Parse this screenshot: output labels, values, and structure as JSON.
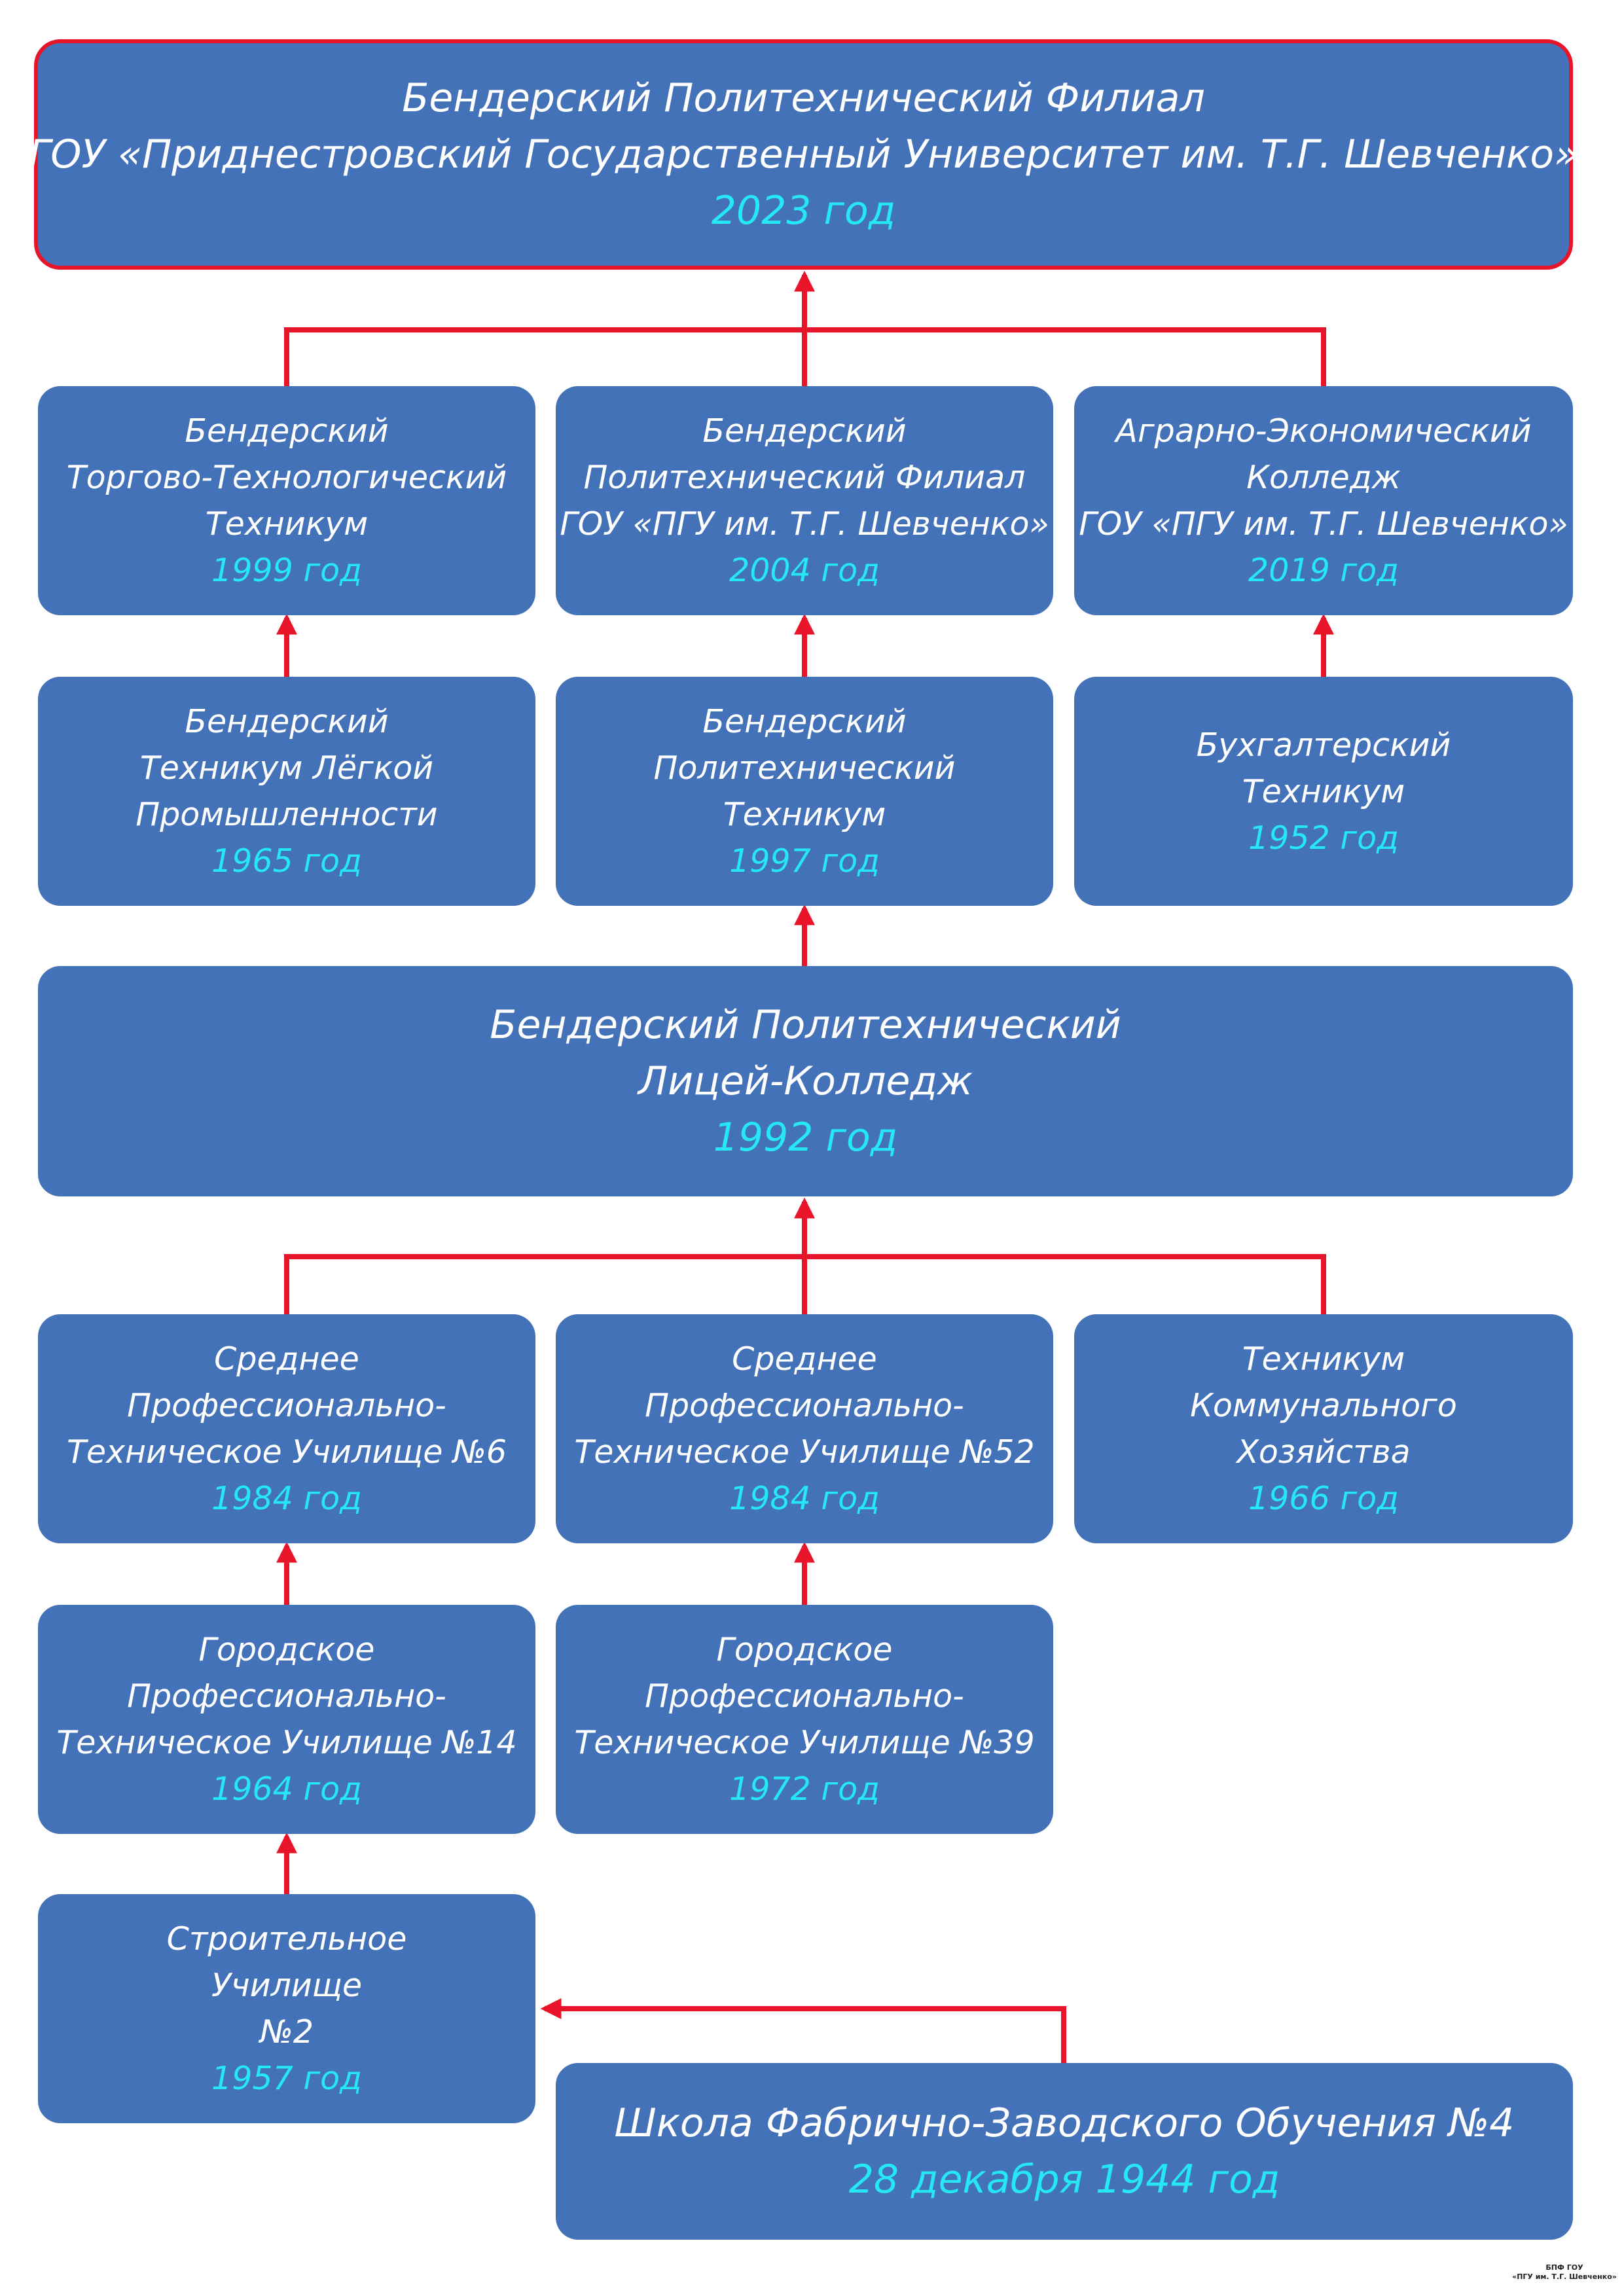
{
  "top": {
    "line1": "Бендерский Политехнический Филиал",
    "line2": "ГОУ «Приднестровский Государственный Университет им. Т.Г. Шевченко»",
    "year": "2023 год"
  },
  "row1": [
    {
      "lines": [
        "Бендерский",
        "Торгово-Технологический",
        "Техникум"
      ],
      "year": "1999 год"
    },
    {
      "lines": [
        "Бендерский",
        "Политехнический Филиал",
        "ГОУ «ПГУ им. Т.Г. Шевченко»"
      ],
      "year": "2004 год"
    },
    {
      "lines": [
        "Аграрно-Экономический",
        "Колледж",
        "ГОУ «ПГУ им. Т.Г. Шевченко»"
      ],
      "year": "2019 год"
    }
  ],
  "row2": [
    {
      "lines": [
        "Бендерский",
        "Техникум Лёгкой",
        "Промышленности"
      ],
      "year": "1965 год"
    },
    {
      "lines": [
        "Бендерский",
        "Политехнический",
        "Техникум"
      ],
      "year": "1997 год"
    },
    {
      "lines": [
        "Бухгалтерский",
        "Техникум"
      ],
      "year": "1952 год"
    }
  ],
  "lyceum": {
    "line1": "Бендерский Политехнический",
    "line2": "Лицей-Колледж",
    "year": "1992 год"
  },
  "row3": [
    {
      "lines": [
        "Среднее",
        "Профессионально-",
        "Техническое Училище №6"
      ],
      "year": "1984 год"
    },
    {
      "lines": [
        "Среднее",
        "Профессионально-",
        "Техническое Училище №52"
      ],
      "year": "1984 год"
    },
    {
      "lines": [
        "Техникум",
        "Коммунального",
        "Хозяйства"
      ],
      "year": "1966 год"
    }
  ],
  "row4": [
    {
      "lines": [
        "Городское",
        "Профессионально-",
        "Техническое Училище №14"
      ],
      "year": "1964 год"
    },
    {
      "lines": [
        "Городское",
        "Профессионально-",
        "Техническое Училище №39"
      ],
      "year": "1972 год"
    }
  ],
  "building_school": {
    "lines": [
      "Строительное",
      "Училище",
      "№2"
    ],
    "year": "1957 год"
  },
  "fzo_school": {
    "line1": "Школа Фабрично-Заводского Обучения №4",
    "year": "28 декабря 1944 год"
  },
  "stamp": {
    "line1": "БПФ ГОУ",
    "line2": "«ПГУ им. Т.Г. Шевченко»"
  },
  "colors": {
    "box": "#4472b8",
    "year_text": "#26e8f5",
    "connector": "#e8152a",
    "top_border": "#e8152a"
  }
}
